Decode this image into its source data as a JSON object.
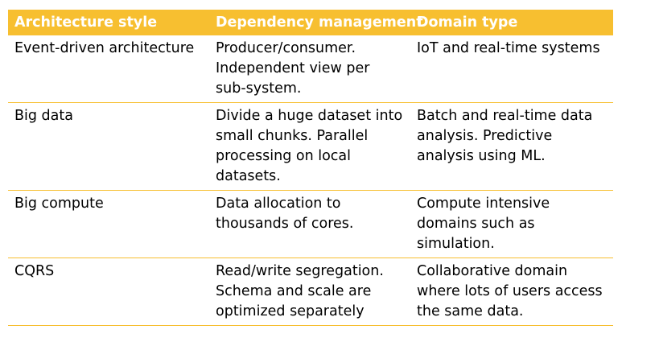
{
  "table": {
    "headers": [
      "Architecture style",
      "Dependency management",
      "Domain type"
    ],
    "rows": [
      {
        "style": "Event-driven architecture",
        "dependency": "Producer/consumer. Independent view per sub-system.",
        "domain": "IoT and real-time systems"
      },
      {
        "style": "Big data",
        "dependency": "Divide a huge dataset into small chunks. Parallel processing on local datasets.",
        "domain": "Batch and real-time data analysis. Predictive analysis using ML."
      },
      {
        "style": "Big compute",
        "dependency": "Data allocation to thousands of cores.",
        "domain": "Compute intensive domains such as simulation."
      },
      {
        "style": "CQRS",
        "dependency": "Read/write segregation. Schema and scale are optimized separately",
        "domain": "Collaborative domain where lots of users access the same data."
      }
    ]
  },
  "colors": {
    "header_bg": "#f7bf30",
    "header_text": "#ffffff",
    "row_border": "#f7bf30"
  }
}
